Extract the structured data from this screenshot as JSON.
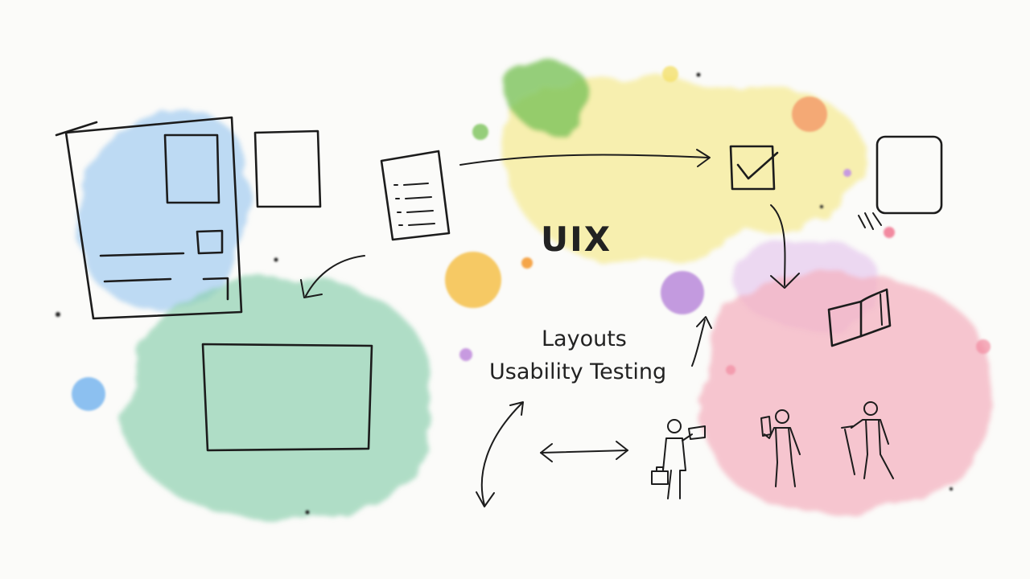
{
  "labels": {
    "brand": "UIX",
    "layouts": "Layouts",
    "usability": "Usability Testing"
  },
  "colors": {
    "background": "#fbfbf9",
    "blue": "#a8cff0",
    "green": "#8fd0b0",
    "yellow": "#f6ec9c",
    "lime": "#7cc35a",
    "pink": "#f4b3c0",
    "lavender": "#e6c9ee",
    "orange_dot": "#f39c6b",
    "gold_dot": "#f5c04a",
    "purple_dot": "#b07ad6",
    "ink": "#1c1c1c"
  },
  "icons": [
    "wireframe-page-icon",
    "blank-card-icon",
    "document-list-icon",
    "checkbox-icon",
    "rounded-square-icon",
    "open-book-icon",
    "person-with-tablet-icon",
    "person-with-phone-icon",
    "person-with-cane-icon",
    "briefcase-icon"
  ]
}
